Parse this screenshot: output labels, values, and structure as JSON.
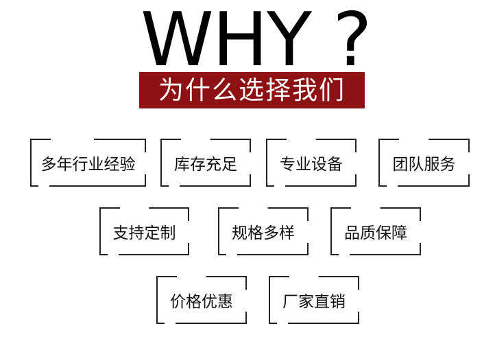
{
  "header": {
    "title": "WHY ?",
    "subtitle": "为什么选择我们",
    "banner_color": "#8e1214"
  },
  "features": [
    {
      "label": "多年行业经验"
    },
    {
      "label": "库存充足"
    },
    {
      "label": "专业设备"
    },
    {
      "label": "团队服务"
    },
    {
      "label": "支持定制"
    },
    {
      "label": "规格多样"
    },
    {
      "label": "品质保障"
    },
    {
      "label": "价格优惠"
    },
    {
      "label": "厂家直销"
    }
  ]
}
